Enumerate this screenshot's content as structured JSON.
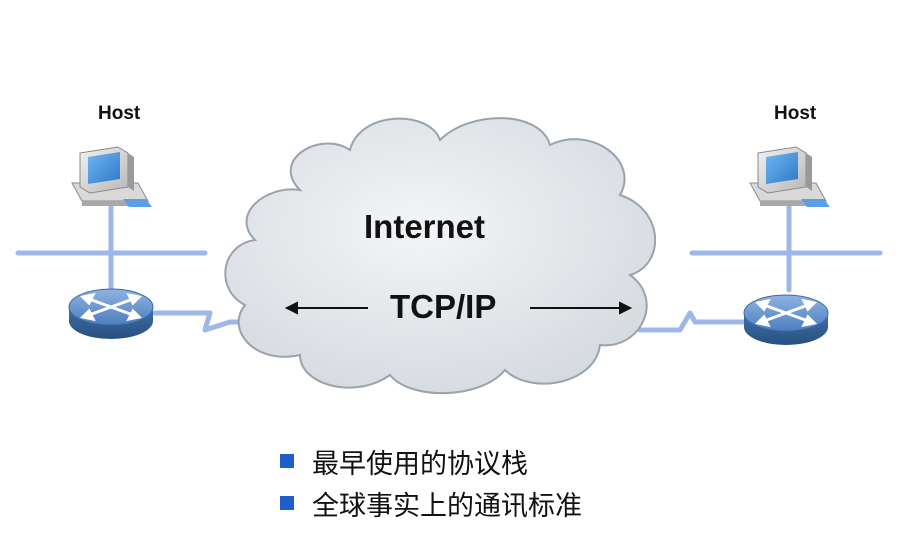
{
  "diagram": {
    "left_host_label": "Host",
    "right_host_label": "Host",
    "cloud_label": "Internet",
    "protocol_label": "TCP/IP",
    "icons": [
      "computer-icon",
      "router-icon",
      "cloud-icon",
      "arrow-left-icon",
      "arrow-right-icon"
    ],
    "colors": {
      "network_line": "#9db7e8",
      "cloud_fill": "#dfe3e7",
      "cloud_stroke": "#9aa3ad",
      "bullet": "#1f5fc9"
    }
  },
  "bullets": [
    {
      "text": "最早使用的协议栈"
    },
    {
      "text": "全球事实上的通讯标准"
    }
  ]
}
